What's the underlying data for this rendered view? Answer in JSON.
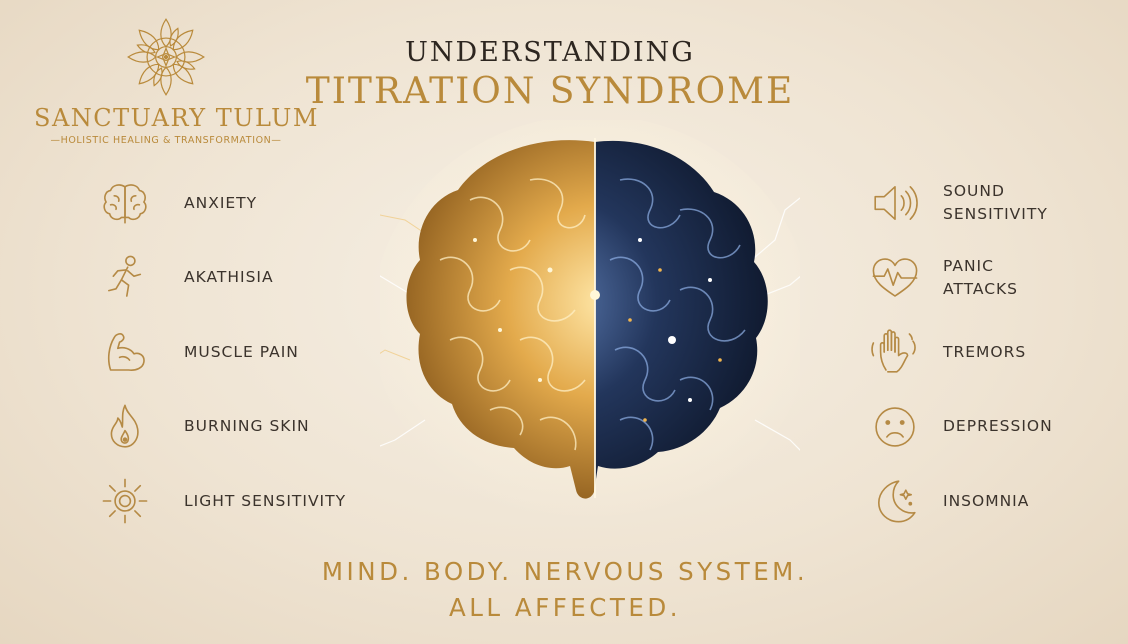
{
  "brand": {
    "name": "SANCTUARY TULUM",
    "tagline": "—HOLISTIC HEALING & TRANSFORMATION—"
  },
  "title": {
    "line1": "UNDERSTANDING",
    "line2": "TITRATION SYNDROME"
  },
  "left_symptoms": [
    {
      "label": "ANXIETY",
      "icon": "brain-icon"
    },
    {
      "label": "AKATHISIA",
      "icon": "running-person-icon"
    },
    {
      "label": "MUSCLE PAIN",
      "icon": "flexed-arm-icon"
    },
    {
      "label": "BURNING SKIN",
      "icon": "flame-icon"
    },
    {
      "label": "LIGHT SENSITIVITY",
      "icon": "sun-icon"
    }
  ],
  "right_symptoms": [
    {
      "label": "SOUND\nSENSITIVITY",
      "icon": "speaker-icon"
    },
    {
      "label": "PANIC\nATTACKS",
      "icon": "heartbeat-icon"
    },
    {
      "label": "TREMORS",
      "icon": "shaking-hand-icon"
    },
    {
      "label": "DEPRESSION",
      "icon": "sad-face-icon"
    },
    {
      "label": "INSOMNIA",
      "icon": "moon-icon"
    }
  ],
  "slogan": {
    "line1": "MIND. BODY. NERVOUS SYSTEM.",
    "line2": "ALL AFFECTED."
  },
  "colors": {
    "gold": "#b98a3b",
    "dark_text": "#2d2620",
    "icon_stroke": "#b58a45",
    "brain_left": "#d9a43f",
    "brain_right": "#1c2b4d"
  }
}
